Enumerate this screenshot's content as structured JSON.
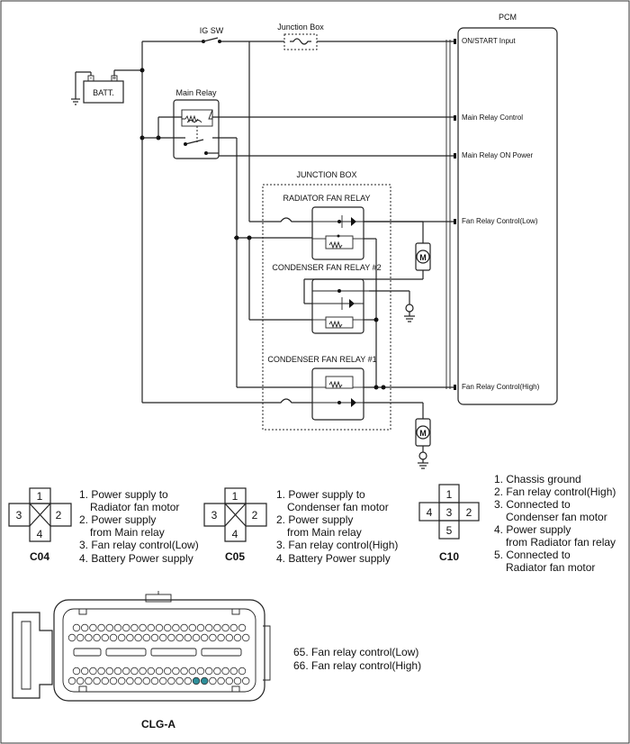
{
  "schematic": {
    "pcm_label": "PCM",
    "ig_sw_label": "IG SW",
    "junction_box_top_label": "Junction Box",
    "battery_label": "BATT.",
    "main_relay_label": "Main Relay",
    "junction_box_label": "JUNCTION BOX",
    "radiator_fan_relay_label": "RADIATOR FAN RELAY",
    "condenser_fan_relay2_label": "CONDENSER FAN RELAY #2",
    "condenser_fan_relay1_label": "CONDENSER FAN RELAY #1",
    "motor_label": "M",
    "pcm_pins": [
      "ON/START Input",
      "Main Relay Control",
      "Main Relay ON Power",
      "Fan Relay Control(Low)",
      "Fan Relay Control(High)"
    ]
  },
  "connectors": {
    "c04": {
      "name": "C04",
      "pins": [
        "1",
        "2",
        "3",
        "4"
      ],
      "legend": [
        "1. Power supply to",
        "Radiator fan motor",
        "2. Power supply",
        "from Main relay",
        "3. Fan relay control(Low)",
        "4. Battery Power supply"
      ]
    },
    "c05": {
      "name": "C05",
      "pins": [
        "1",
        "2",
        "3",
        "4"
      ],
      "legend": [
        "1. Power supply to",
        "Condenser fan motor",
        "2. Power supply",
        "from Main relay",
        "3. Fan relay control(High)",
        "4. Battery Power supply"
      ]
    },
    "c10": {
      "name": "C10",
      "pins": [
        "1",
        "4",
        "3",
        "2",
        "5"
      ],
      "legend": [
        "1. Chassis ground",
        "2. Fan relay control(High)",
        "3. Connected to",
        "Condenser fan motor",
        "4. Power supply",
        "from Radiator fan relay",
        "5. Connected to",
        "Radiator fan motor"
      ]
    },
    "clg_a": {
      "name": "CLG-A",
      "legend": [
        "65. Fan relay control(Low)",
        "66. Fan relay control(High)"
      ],
      "highlight_color": "#2f8f9a"
    }
  }
}
